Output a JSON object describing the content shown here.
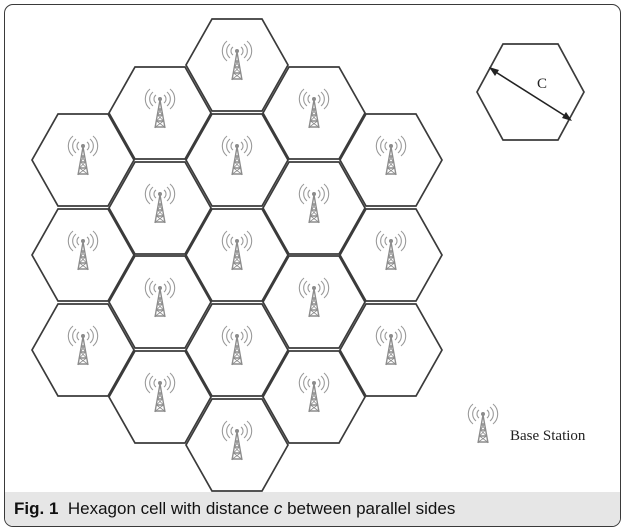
{
  "figure": {
    "caption_label": "Fig. 1",
    "caption_text_before": "Hexagon cell with distance ",
    "caption_variable": "c",
    "caption_text_after": " between parallel sides"
  },
  "diagram": {
    "cell_count": 19,
    "cell_icon": "base-station-tower-icon",
    "measure_label": "C",
    "legend_label": "Base Station",
    "colors": {
      "outline": "#3b3b3b",
      "icon": "#9a9a9a",
      "caption_band": "#e6e6e6"
    }
  }
}
